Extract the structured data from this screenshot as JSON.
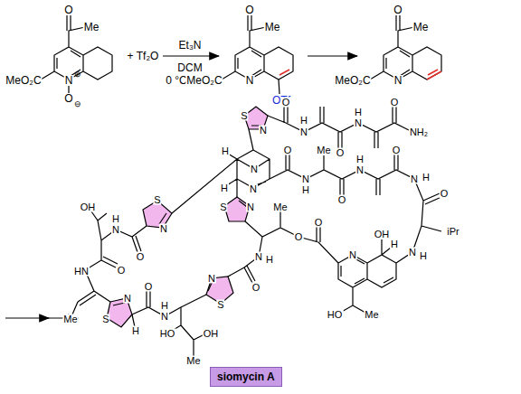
{
  "diagram": {
    "nodes": [
      {
        "text": [
          "siomycin A"
        ]
      }
    ],
    "labels": [
      "O",
      "Me",
      "MeO₂C",
      "N",
      "⊕",
      "O",
      "⊖",
      "+ Tf₂O",
      "Et₃N",
      "DCM",
      "0 °C to r.t.",
      "O",
      "Me",
      "MeO₂C",
      "N",
      "OTf",
      "O",
      "Me",
      "MeO₂C",
      "N",
      "S",
      "N",
      "O",
      "N",
      "H",
      "O",
      "N",
      "H",
      "O",
      "NH₂",
      "H",
      "N",
      "N",
      "H",
      "O",
      "N",
      "H",
      "Me",
      "O",
      "N",
      "H",
      "O",
      "N",
      "H",
      "O",
      "iPr",
      "N",
      "H",
      "N",
      "OH",
      "H",
      "O",
      "O",
      "Me",
      "HO",
      "Me",
      "S",
      "N",
      "N",
      "H",
      "O",
      "N",
      "S",
      "S",
      "N",
      "O",
      "N",
      "H",
      "OH",
      "O",
      "HN",
      "Me",
      "N",
      "S",
      "H",
      "O",
      "N",
      "H",
      "HO",
      "OH",
      "Me"
    ]
  }
}
